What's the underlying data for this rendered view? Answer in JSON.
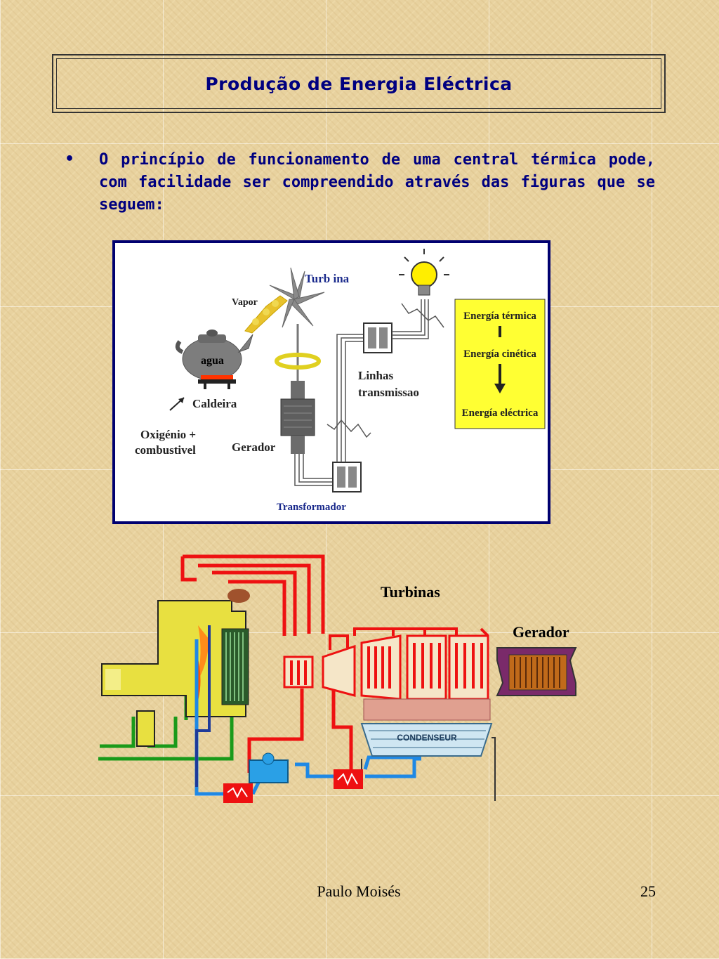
{
  "slide": {
    "title": "Produção de Energia Eléctrica",
    "bullet_symbol": "•",
    "paragraph": "O princípio de funcionamento de uma central térmica pode, com facilidade ser compreendido através das figuras que se seguem:"
  },
  "diagram1": {
    "labels": {
      "turbina": "Turb ina",
      "vapor": "Vapor",
      "agua": "agua",
      "caldeira": "Caldeira",
      "oxigenio": "Oxigénio +",
      "combustivel": "combustivel",
      "gerador": "Gerador",
      "linhas": "Linhas",
      "transmissao": "transmissao",
      "transformador": "Transformador"
    },
    "energy_box": {
      "termica": "Energía térmica",
      "cinetica": "Energía cinética",
      "electrica": "Energía eléctrica"
    },
    "colors": {
      "border": "#000070",
      "energy_box": "#ffff33",
      "turbina_label": "#1a2a8c"
    }
  },
  "diagram2": {
    "labels": {
      "turbinas": "Turbinas",
      "gerador": "Gerador",
      "condensador": "CONDENSEUR"
    },
    "colors": {
      "steam": "#ee1111",
      "water": "#1e88e5",
      "boiler": "#e8e040",
      "pipe_green": "#1a9a1a",
      "generator": "#c06a1a"
    }
  },
  "footer": {
    "author": "Paulo Moisés",
    "page_number": "25"
  }
}
